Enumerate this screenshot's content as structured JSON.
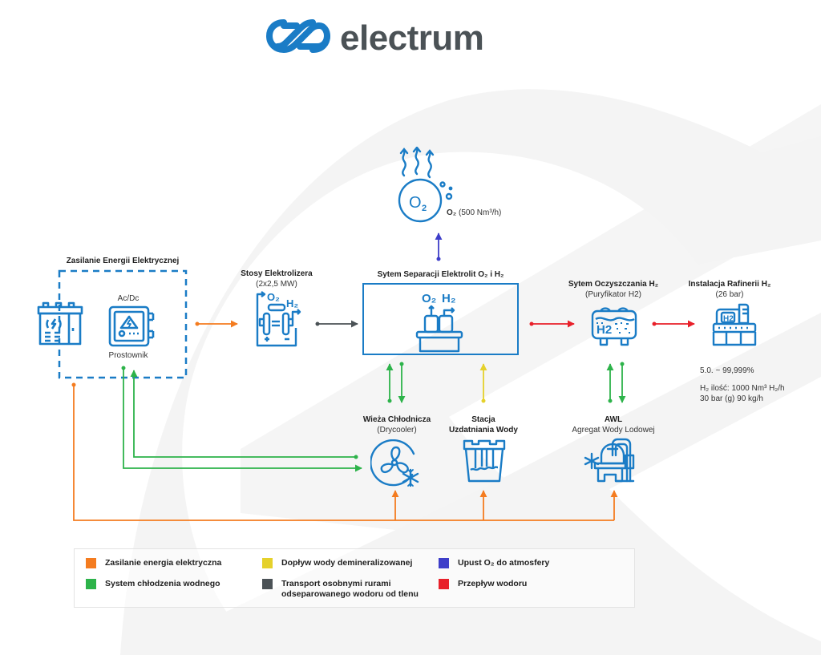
{
  "brand": {
    "name": "electrum",
    "logo_icon": "electrum-infinity-logo-icon",
    "logo_color": "#1a7cc6",
    "text_color": "#4b5256"
  },
  "colors": {
    "icon_blue": "#1a7cc6",
    "power_orange": "#f47c20",
    "cooling_green": "#2db34a",
    "water_yellow": "#e5d12b",
    "o2_blue": "#3e3ec9",
    "separated_gray": "#4b5256",
    "hydrogen_red": "#e8202a",
    "watermark_gray": "#f3f3f3"
  },
  "nodes": {
    "power_supply": {
      "title": "Zasilanie Energii Elektrycznej",
      "icon": "battery-power-icon"
    },
    "rectifier": {
      "top_label": "Ac/Dc",
      "bottom_label": "Prostownik",
      "icon": "rectifier-cabinet-icon"
    },
    "electrolyzer": {
      "title": "Stosy Elektrolizera",
      "subtitle": "(2x2,5 MW)",
      "icon": "electrolyzer-stack-icon"
    },
    "separation": {
      "title": "Sytem Separacji Elektrolit O₂ i H₂",
      "icon": "separator-tanks-icon"
    },
    "oxygen_vent": {
      "label_bold": "O₂",
      "label_rest": " (500 Nm³/h)",
      "icon": "oxygen-release-icon"
    },
    "purifier": {
      "title": "Sytem Oczyszczania H₂",
      "subtitle": "(Puryfikator H2)",
      "icon": "hydrogen-purifier-icon"
    },
    "refinery": {
      "title": "Instalacja Rafinerii H₂",
      "subtitle": "(26 bar)",
      "icon": "hydrogen-refinery-icon",
      "specs": [
        "5.0. ~ 99,999%",
        "H₂ ilość: 1000 Nm³ H₂/h",
        "30 bar (g) 90 kg/h"
      ]
    },
    "drycooler": {
      "title": "Wieża Chłodnicza",
      "subtitle": "(Drycooler)",
      "icon": "cooling-fan-icon"
    },
    "water_station": {
      "title_line1": "Stacja",
      "title_line2": "Uzdatniania Wody",
      "icon": "water-treatment-icon"
    },
    "chiller": {
      "title": "AWL",
      "subtitle": "Agregat Wody Lodowej",
      "icon": "chiller-unit-icon"
    }
  },
  "legend": [
    {
      "label": "Zasilanie energia elektryczna",
      "color": "#f47c20"
    },
    {
      "label": "System chłodzenia wodnego",
      "color": "#2db34a"
    },
    {
      "label": "Dopływ wody demineralizowanej",
      "color": "#e5d12b"
    },
    {
      "label": "Transport osobnymi rurami\nodseparowanego wodoru od tlenu",
      "color": "#4b5256"
    },
    {
      "label": "Upust O₂ do atmosfery",
      "color": "#3e3ec9"
    },
    {
      "label": "Przepływ wodoru",
      "color": "#e8202a"
    }
  ]
}
